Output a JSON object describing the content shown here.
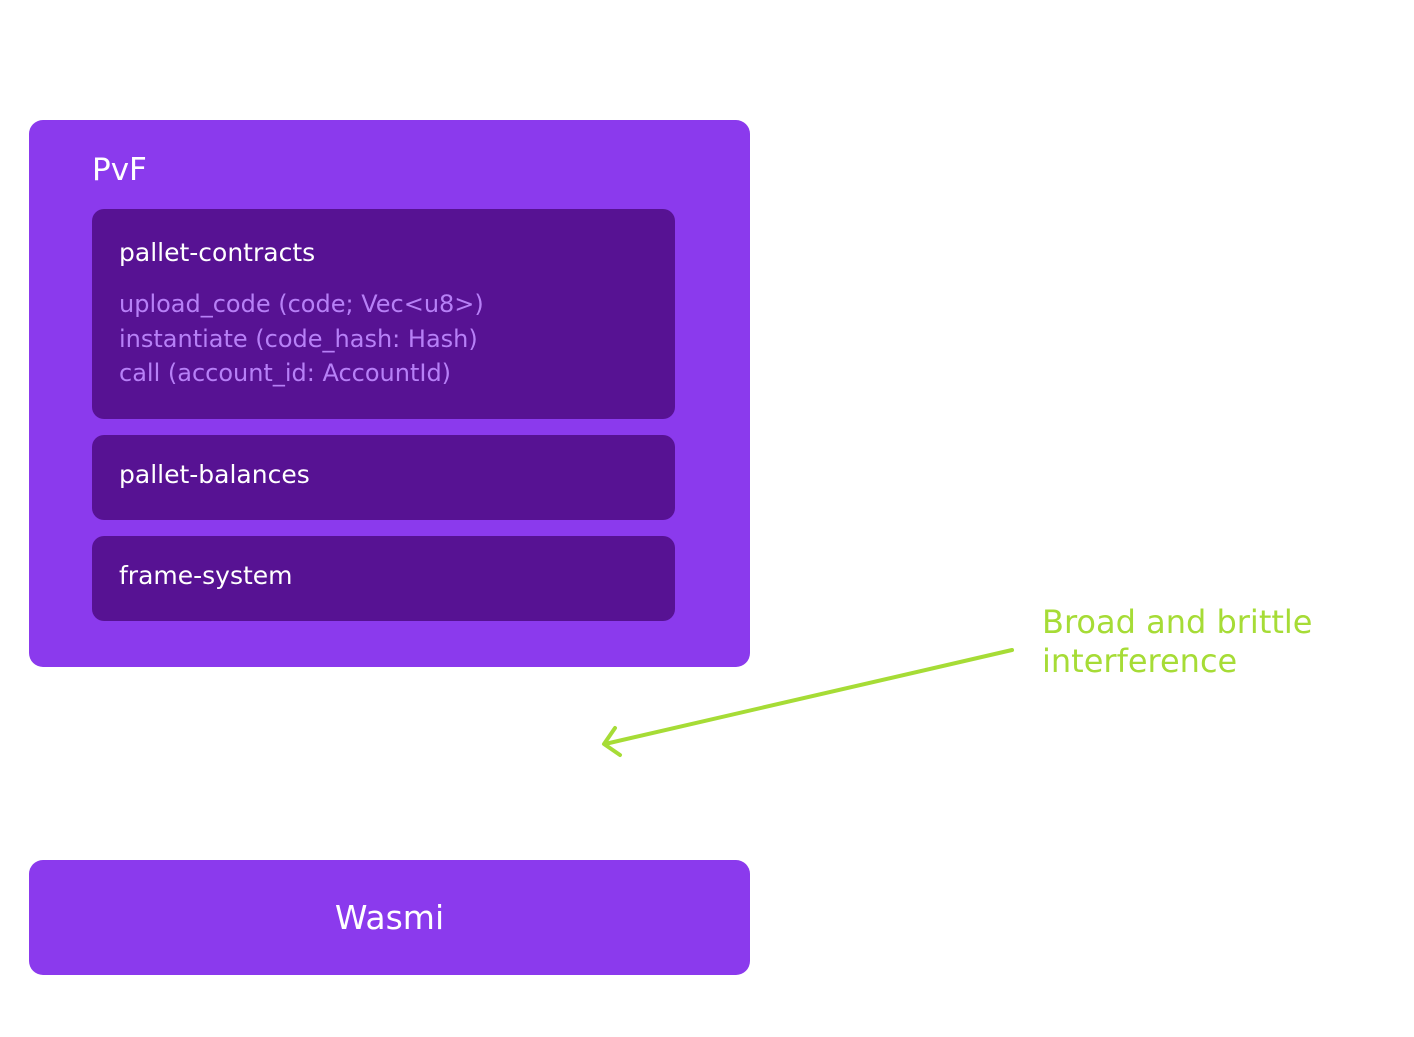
{
  "pvf": {
    "title": "PvF",
    "modules": [
      {
        "name": "pallet-contracts",
        "functions": [
          "upload_code (code; Vec<u8>)",
          "instantiate (code_hash: Hash)",
          "call (account_id: AccountId)"
        ]
      },
      {
        "name": "pallet-balances"
      },
      {
        "name": "frame-system"
      }
    ]
  },
  "wasmi": {
    "label": "Wasmi"
  },
  "annotation": {
    "lines": [
      "Broad and brittle",
      "interference"
    ]
  },
  "colors": {
    "outer_box": "#8b3aed",
    "inner_box": "#571293",
    "function_text": "#b780f7",
    "annotation": "#a6dc36",
    "text": "#ffffff"
  }
}
